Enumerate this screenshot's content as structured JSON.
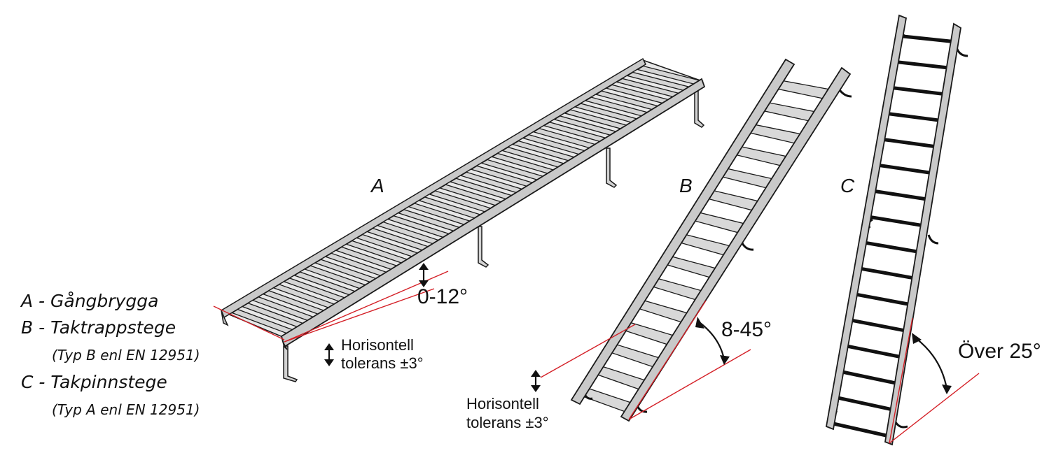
{
  "labels": {
    "a": "A",
    "b": "B",
    "c": "C",
    "angle_a": "0-12°",
    "angle_b": "8-45°",
    "angle_c": "Över 25°",
    "tolerance_a_line1": "Horisontell",
    "tolerance_a_line2": "tolerans ±3°",
    "tolerance_b_line1": "Horisontell",
    "tolerance_b_line2": "tolerans ±3°"
  },
  "legend": {
    "a": "A - Gångbrygga",
    "b": "B - Taktrappstege",
    "b_note": "(Typ B enl EN 12951)",
    "c": "C - Takpinnstege",
    "c_note": "(Typ A enl EN 12951)"
  },
  "colors": {
    "rail": "#c9c9c9",
    "outline": "#1a1a1a",
    "rung": "#111111",
    "reference_line": "#d41f26"
  }
}
